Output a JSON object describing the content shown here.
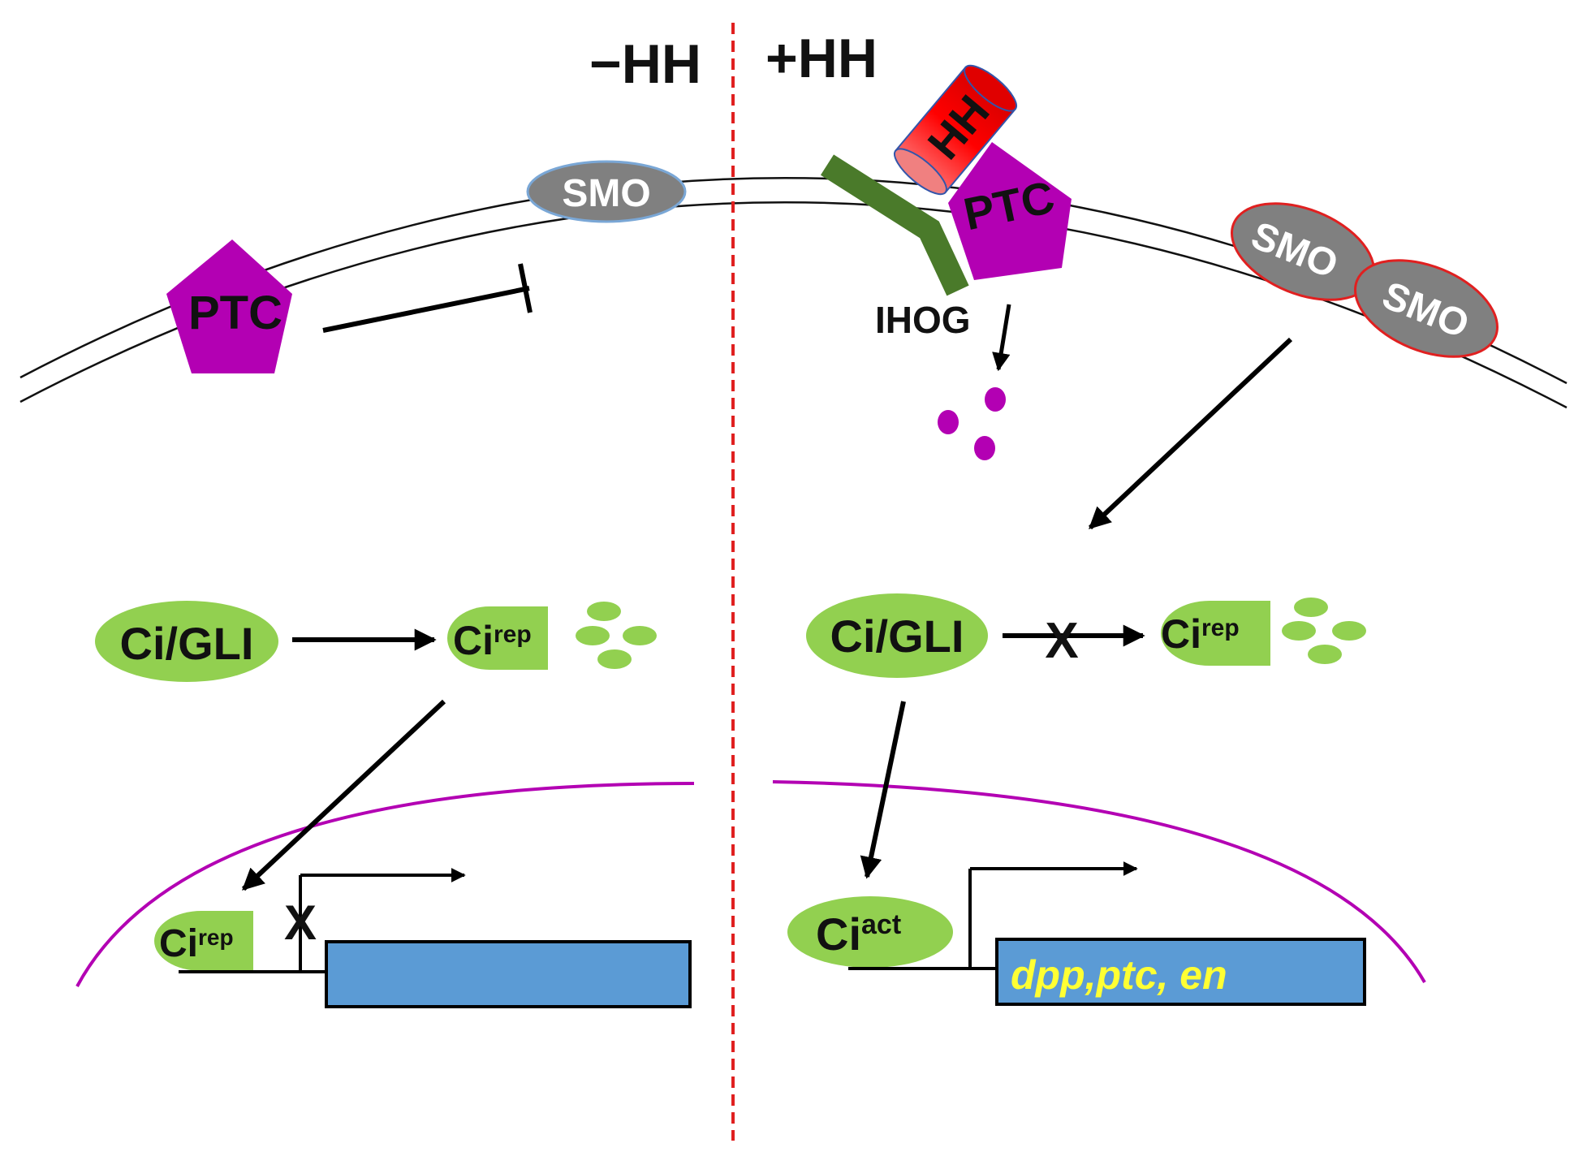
{
  "headers": {
    "minus": "−HH",
    "plus": "+HH"
  },
  "left": {
    "ptc": "PTC",
    "smo": "SMO",
    "ci_gli": "Ci/GLI",
    "ci_rep_base": "Ci",
    "ci_rep_sup": "rep",
    "nuc_ci_base": "Ci",
    "nuc_ci_sup": "rep",
    "block_mark": "X"
  },
  "right": {
    "hh": "HH",
    "ptc": "PTC",
    "ihog": "IHOG",
    "smo_1": "SMO",
    "smo_2": "SMO",
    "ci_gli": "Ci/GLI",
    "block_mark": "X",
    "ci_rep_base": "Ci",
    "ci_rep_sup": "rep",
    "ci_act_base": "Ci",
    "ci_act_sup": "act",
    "genes": "dpp,ptc, en"
  },
  "colors": {
    "ptc": "#b300b3",
    "smo": "#808080",
    "hh": "#ff0000",
    "ihog": "#4a7a2a",
    "ci": "#92d050",
    "gene_box": "#5b9bd5",
    "gene_text": "#ffff33",
    "nucleus": "#b300b3",
    "divider": "#e02020"
  }
}
